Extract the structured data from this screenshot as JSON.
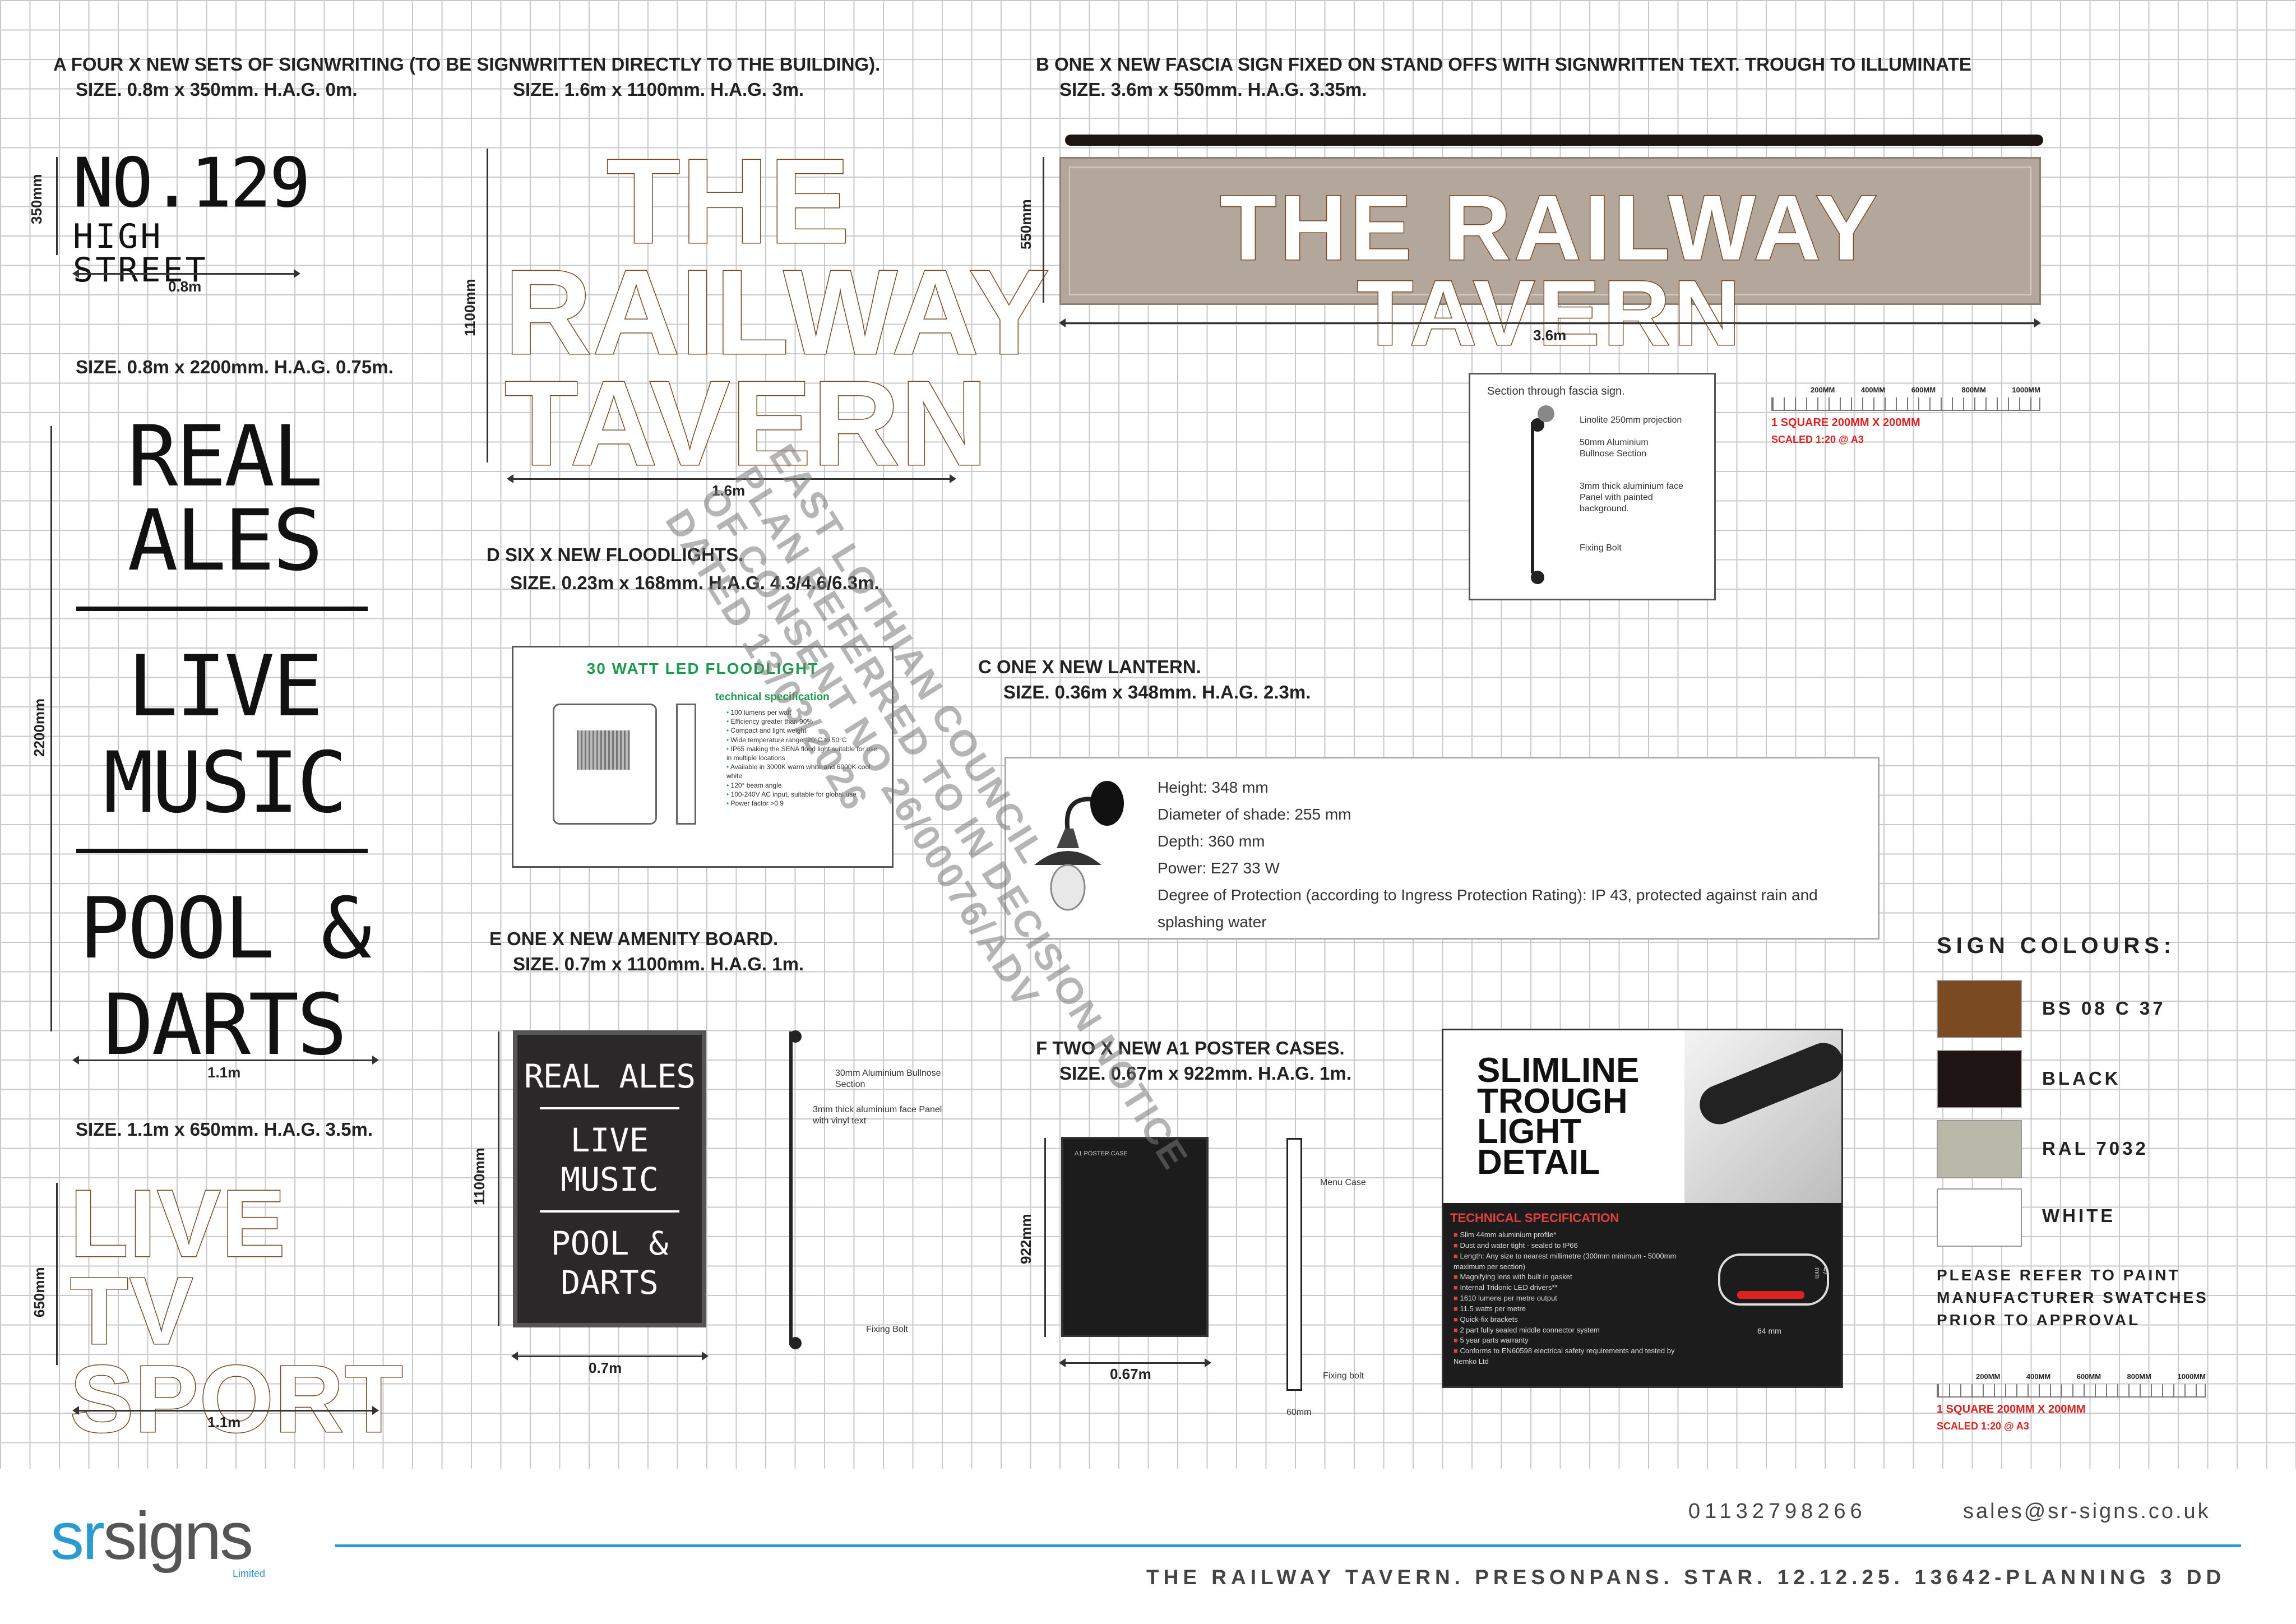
{
  "sections": {
    "a": {
      "heading": "A FOUR X NEW SETS OF SIGNWRITING (TO BE SIGNWRITTEN DIRECTLY TO THE BUILDING).",
      "size1": "SIZE. 0.8m x 350mm. H.A.G. 0m.",
      "size2": "SIZE. 1.6m x 1100mm. H.A.G. 3m.",
      "size3": "SIZE. 0.8m x 2200mm. H.A.G. 0.75m.",
      "size4": "SIZE. 1.1m x 650mm. H.A.G. 3.5m."
    },
    "b": {
      "heading": "B ONE X NEW FASCIA SIGN FIXED ON STAND OFFS WITH SIGNWRITTEN TEXT. TROUGH TO ILLUMINATE",
      "size": "SIZE. 3.6m x 550mm. H.A.G. 3.35m."
    },
    "c": {
      "heading": "C ONE X NEW LANTERN.",
      "size": "SIZE. 0.36m x 348mm. H.A.G. 2.3m."
    },
    "d": {
      "heading": "D SIX X NEW FLOODLIGHTS.",
      "size": "SIZE. 0.23m x 168mm. H.A.G. 4.3/4.6/6.3m."
    },
    "e": {
      "heading": "E ONE X NEW AMENITY BOARD.",
      "size": "SIZE. 0.7m x 1100mm. H.A.G. 1m."
    },
    "f": {
      "heading": "F TWO X NEW A1 POSTER CASES.",
      "size": "SIZE. 0.67m x 922mm. H.A.G. 1m."
    }
  },
  "signs": {
    "no129": {
      "line1": "NO.129",
      "line2": "HIGH STREET",
      "height": "350mm",
      "width": "0.8m"
    },
    "tavern_stack": {
      "line1": "THE",
      "line2": "RAILWAY",
      "line3": "TAVERN",
      "height": "1100mm",
      "width": "1.6m"
    },
    "amenity_tall": {
      "line1": "REAL ALES",
      "line2": "LIVE",
      "line3": "MUSIC",
      "line4": "POOL &",
      "line5": "DARTS",
      "height": "2200mm",
      "width": "1.1m"
    },
    "livetv": {
      "line1": "LIVE TV",
      "line2": "SPORT",
      "height": "650mm",
      "width": "1.1m"
    },
    "fascia": {
      "text": "THE RAILWAY TAVERN",
      "height": "550mm",
      "width": "3.6m"
    }
  },
  "fascia_section": {
    "title": "Section through fascia sign.",
    "label1": "Linolite 250mm projection",
    "label2": "50mm Aluminium Bullnose Section",
    "label3": "3mm thick aluminium face Panel with painted background.",
    "label4": "Fixing Bolt"
  },
  "scale": {
    "ticks": [
      "200MM",
      "400MM",
      "600MM",
      "800MM",
      "1000MM"
    ],
    "square": "1 SQUARE   200MM X 200MM",
    "scaled": "SCALED 1:20 @ A3"
  },
  "floodlight": {
    "title": "30 WATT LED FLOODLIGHT",
    "spec_title": "technical specification",
    "specs": [
      "100 lumens per watt",
      "Efficiency greater than 90%",
      "Compact and light weight",
      "Wide temperature range -20°C to 50°C",
      "IP65 making the SENA flood light suitable for use in multiple locations",
      "Available in 3000K warm white and 6000K cool white",
      "120° beam angle",
      "100-240V AC input, suitable for global use",
      "Power factor >0.9"
    ]
  },
  "lantern": {
    "height": "Height: 348 mm",
    "diameter": "Diameter of shade: 255 mm",
    "depth": "Depth: 360 mm",
    "power": "Power: E27 33 W",
    "protection": "Degree of Protection (according to Ingress Protection Rating): IP 43, protected against rain and splashing water"
  },
  "amenity_board": {
    "line1": "REAL ALES",
    "line2": "LIVE",
    "line3": "MUSIC",
    "line4": "POOL &",
    "line5": "DARTS",
    "height": "1100mm",
    "width": "0.7m",
    "label1": "30mm Aluminium Bullnose Section",
    "label2": "3mm thick aluminium face Panel with vinyl text",
    "label3": "Fixing Bolt"
  },
  "poster_case": {
    "inner_title": "A1 POSTER CASE",
    "height": "922mm",
    "width": "0.67m",
    "label1": "Menu Case",
    "label2": "Fixing bolt",
    "label3": "60mm"
  },
  "trough": {
    "title_line1": "SLIMLINE",
    "title_line2": "TROUGH",
    "title_line3": "LIGHT",
    "title_line4": "DETAIL",
    "spec_title": "TECHNICAL SPECIFICATION",
    "specs": [
      "Slim 44mm aluminium profile*",
      "Dust and water tight - sealed to IP66",
      "Length: Any size to nearest millimetre (300mm minimum - 5000mm maximum per section)",
      "Magnifying lens with built in gasket",
      "Internal Tridonic LED drivers**",
      "1610 lumens per metre output",
      "11.5 watts per metre",
      "Quick-fix brackets",
      "2 part fully sealed middle connector system",
      "5 year parts warranty",
      "Conforms to EN60598 electrical safety requirements and tested by Nemko Ltd"
    ],
    "dim_w": "64 mm",
    "dim_h": "47 mm"
  },
  "colours": {
    "title": "SIGN COLOURS:",
    "items": [
      {
        "name": "BS 08 C 37",
        "hex": "#7a4a22"
      },
      {
        "name": "BLACK",
        "hex": "#1e1414"
      },
      {
        "name": "RAL 7032",
        "hex": "#b8b9a9"
      },
      {
        "name": "WHITE",
        "hex": "#ffffff"
      }
    ],
    "note_line1": "PLEASE REFER TO PAINT",
    "note_line2": "MANUFACTURER SWATCHES",
    "note_line3": "PRIOR TO APPROVAL"
  },
  "watermark": {
    "line1": "EAST LOTHIAN COUNCIL",
    "line2": "PLAN REFERRED TO IN DECISION NOTICE",
    "line3": "OF CONSENT NO 26/00076/ADV",
    "line4": "DATED 13/03/2026"
  },
  "footer": {
    "logo_sr": "sr",
    "logo_signs": "signs",
    "logo_limited": "Limited",
    "phone": "01132798266",
    "email": "sales@sr-signs.co.uk",
    "project": "THE RAILWAY TAVERN. PRESONPANS. STAR. 12.12.25. 13642-PLANNING 3 DD"
  }
}
